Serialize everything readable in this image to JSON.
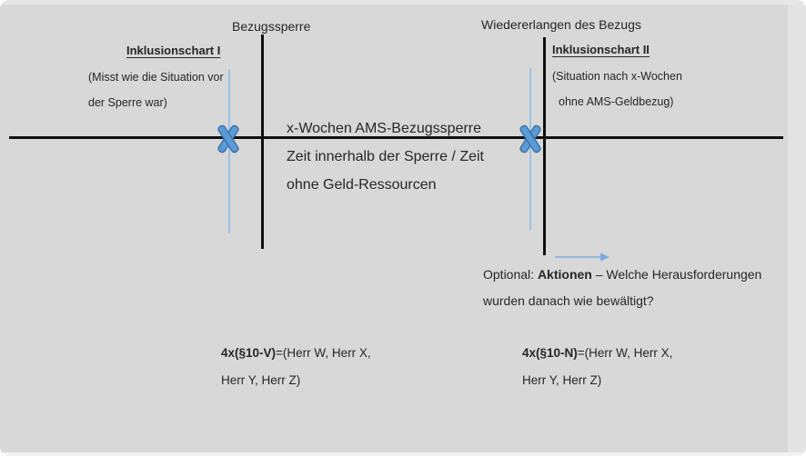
{
  "slide": {
    "event_left": "Bezugssperre",
    "event_right": "Wiedererlangen des Bezugs",
    "chart1": {
      "title": "Inklusionschart I",
      "note_line1": "(Misst wie die Situation vor",
      "note_line2": "der Sperre war)"
    },
    "chart2": {
      "title": "Inklusionschart II",
      "note_line1": "(Situation nach x-Wochen",
      "note_line2": "ohne AMS-Geldbezug)"
    },
    "center_caption": {
      "line1": "x-Wochen AMS-Bezugssperre",
      "line2": "Zeit innerhalb der Sperre / Zeit",
      "line3": "ohne Geld-Ressourcen"
    },
    "optional_note": {
      "prefix": "Optional: ",
      "bold": "Aktionen",
      "suffix": " – Welche Herausforderungen",
      "line2": "wurden danach wie bewältigt?"
    },
    "group_left": {
      "bold": "4x(§10-V)",
      "suffix": "=(Herr W, Herr X,",
      "line2": "Herr Y, Herr Z)"
    },
    "group_right": {
      "bold": "4x(§10-N)",
      "suffix": "=(Herr W, Herr X,",
      "line2": "Herr Y, Herr Z)"
    },
    "marker_symbol": "X"
  },
  "colors": {
    "background": "#d8d8d8",
    "line": "#0f0f0f",
    "text": "#262626",
    "marker_fill": "#5b9bd5",
    "marker_stroke": "#3a6ea8",
    "thin_line": "#9cc3e6",
    "arrow": "#7caade"
  }
}
